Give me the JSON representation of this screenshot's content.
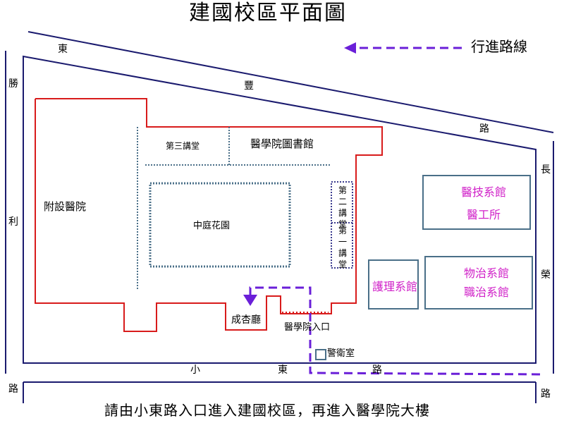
{
  "title": "建國校區平面圖",
  "legend": {
    "text": "行進路線",
    "line_color": "#6a1fd8"
  },
  "colors": {
    "road": "#1a1a6e",
    "building": "#d81b1b",
    "dept": "#4a6f88",
    "dept_text": "#d020c8"
  },
  "roads": {
    "dong": "東",
    "feng": "豐",
    "lu_top": "路",
    "sheng": "勝",
    "li": "利",
    "lu_left": "路",
    "chang": "長",
    "rong": "榮",
    "lu_right": "路",
    "xiao": "小",
    "dong_bottom": "東",
    "lu_bottom": "路"
  },
  "buildings": {
    "hospital": "附設醫院",
    "lecture3": "第三講堂",
    "library": "醫學院圖書館",
    "courtyard": "中庭花園",
    "lecture2": "第二講堂",
    "lecture1": "第一講堂",
    "chengxing_hall": "成杏廳",
    "med_entrance": "醫學院入口",
    "guard_room": "警衛室"
  },
  "departments": {
    "medtech": "醫技系館",
    "medeng": "醫工所",
    "nursing": "護理系館",
    "pt": "物治系館",
    "ot": "職治系館"
  },
  "footer": "請由小東路入口進入建國校區，再進入醫學院大樓"
}
